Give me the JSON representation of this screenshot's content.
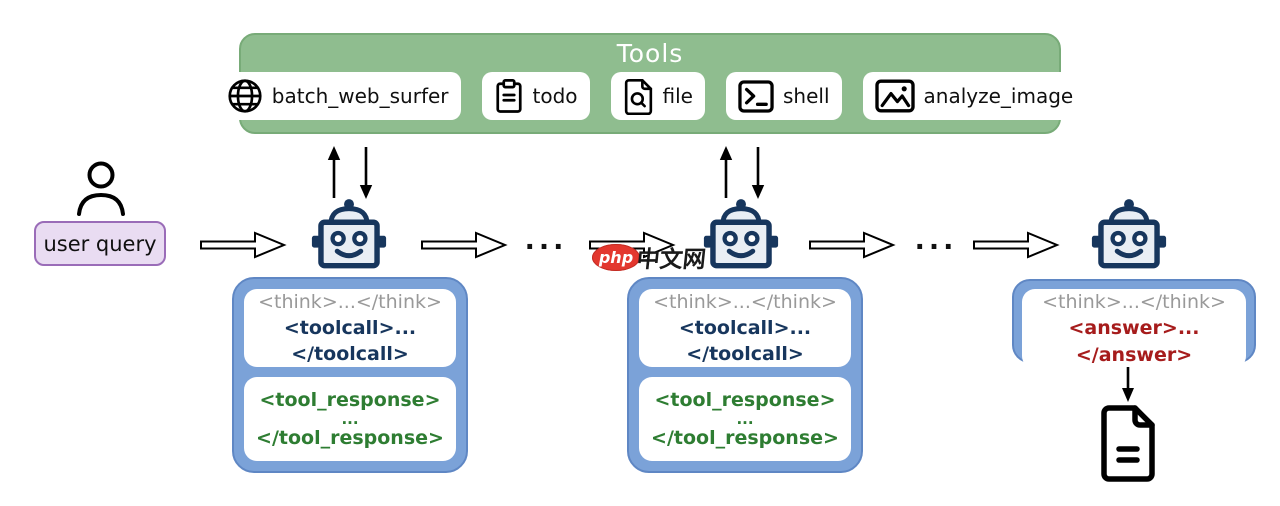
{
  "tools_panel": {
    "title": "Tools",
    "items": [
      {
        "icon": "globe-icon",
        "label": "batch_web_surfer"
      },
      {
        "icon": "clipboard-icon",
        "label": "todo"
      },
      {
        "icon": "file-search-icon",
        "label": "file"
      },
      {
        "icon": "terminal-icon",
        "label": "shell"
      },
      {
        "icon": "image-icon",
        "label": "analyze_image"
      }
    ]
  },
  "flow": {
    "user_query_label": "user query",
    "ellipsis": "...",
    "turns": [
      {
        "think": "<think>...</think>",
        "toolcall": "<toolcall>...</toolcall>",
        "tool_response_open": "<tool_response>",
        "tool_response_body": "...",
        "tool_response_close": "</tool_response>"
      },
      {
        "think": "<think>...</think>",
        "toolcall": "<toolcall>...</toolcall>",
        "tool_response_open": "<tool_response>",
        "tool_response_body": "...",
        "tool_response_close": "</tool_response>"
      },
      {
        "think": "<think>...</think>",
        "answer": "<answer>...</answer>"
      }
    ]
  },
  "watermark": {
    "badge": "php",
    "text": "中文网"
  },
  "colors": {
    "tools_bg": "#8fbd8f",
    "tools_border": "#78ab78",
    "chip_bg": "#ffffff",
    "agent_box_bg": "#7ba2d8",
    "agent_box_border": "#5f87c4",
    "user_query_bg": "#e9dcf2",
    "user_query_border": "#9a6cb8",
    "robot_navy": "#17365d",
    "robot_face": "#e9eef4",
    "think_gray": "#999999",
    "toolcall_navy": "#17365d",
    "tool_response_green": "#2e7d32",
    "answer_red": "#a61c1c",
    "watermark_red": "#e3372e"
  }
}
